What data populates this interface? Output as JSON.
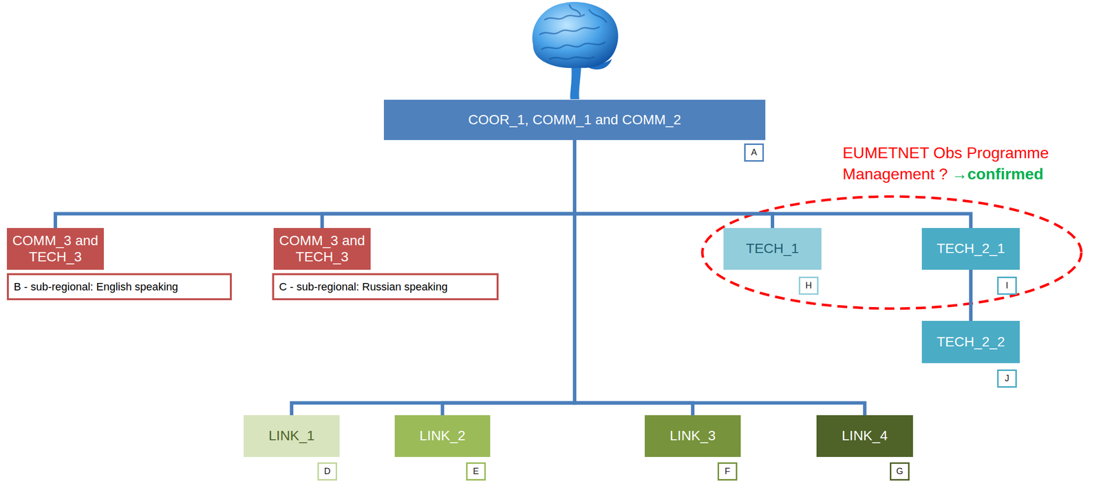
{
  "diagram": {
    "nodes": [
      {
        "text": [
          "COOR_1, COMM_1 and COMM_2"
        ]
      },
      {
        "text": [
          "A"
        ]
      },
      {
        "text": [
          "COMM_3 and TECH_3"
        ]
      },
      {
        "text": [
          "B - sub-regional: English speaking"
        ]
      },
      {
        "text": [
          "COMM_3 and TECH_3"
        ]
      },
      {
        "text": [
          "C - sub-regional: Russian speaking"
        ]
      },
      {
        "text": [
          "TECH_1"
        ]
      },
      {
        "text": [
          "H"
        ]
      },
      {
        "text": [
          "TECH_2_1"
        ]
      },
      {
        "text": [
          "I"
        ]
      },
      {
        "text": [
          "TECH_2_2"
        ]
      },
      {
        "text": [
          "J"
        ]
      },
      {
        "text": [
          "LINK_1"
        ]
      },
      {
        "text": [
          "D"
        ]
      },
      {
        "text": [
          "LINK_2"
        ]
      },
      {
        "text": [
          "E"
        ]
      },
      {
        "text": [
          "LINK_3"
        ]
      },
      {
        "text": [
          "F"
        ]
      },
      {
        "text": [
          "LINK_4"
        ]
      },
      {
        "text": [
          "G"
        ]
      }
    ],
    "edges": [
      {
        "from": 0,
        "to": 2,
        "arrow": "none"
      },
      {
        "from": 0,
        "to": 4,
        "arrow": "none"
      },
      {
        "from": 0,
        "to": 6,
        "arrow": "none"
      },
      {
        "from": 0,
        "to": 8,
        "arrow": "none"
      },
      {
        "from": 0,
        "to": 12,
        "arrow": "none"
      },
      {
        "from": 0,
        "to": 14,
        "arrow": "none"
      },
      {
        "from": 0,
        "to": 16,
        "arrow": "none"
      },
      {
        "from": 0,
        "to": 18,
        "arrow": "none"
      },
      {
        "from": 8,
        "to": 10,
        "arrow": "none"
      }
    ],
    "labels": [
      "EUMETNET Obs Programme Management ?",
      "→confirmed"
    ]
  }
}
